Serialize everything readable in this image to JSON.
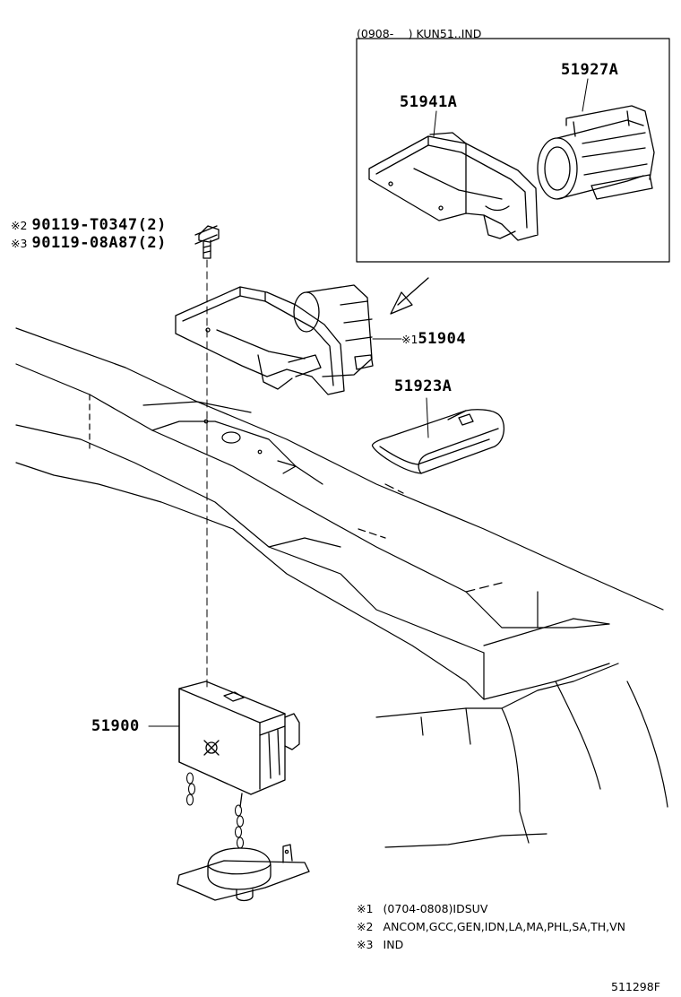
{
  "inset": {
    "header": "(0908-　 ) KUN51..IND",
    "parts": [
      "51941A",
      "51927A"
    ]
  },
  "bolt": {
    "line1": {
      "mark": "※2",
      "text": "90119-T0347(2)"
    },
    "line2": {
      "mark": "※3",
      "text": "90119-08A87(2)"
    }
  },
  "callouts": {
    "p51904": {
      "mark": "※1",
      "text": "51904"
    },
    "p51923A": "51923A",
    "p51900": "51900"
  },
  "notes": [
    {
      "mark": "※1",
      "text": "(0704-0808)IDSUV"
    },
    {
      "mark": "※2",
      "text": "ANCOM,GCC,GEN,IDN,LA,MA,PHL,SA,TH,VN"
    },
    {
      "mark": "※3",
      "text": "IND"
    }
  ],
  "figure_id": "511298F"
}
